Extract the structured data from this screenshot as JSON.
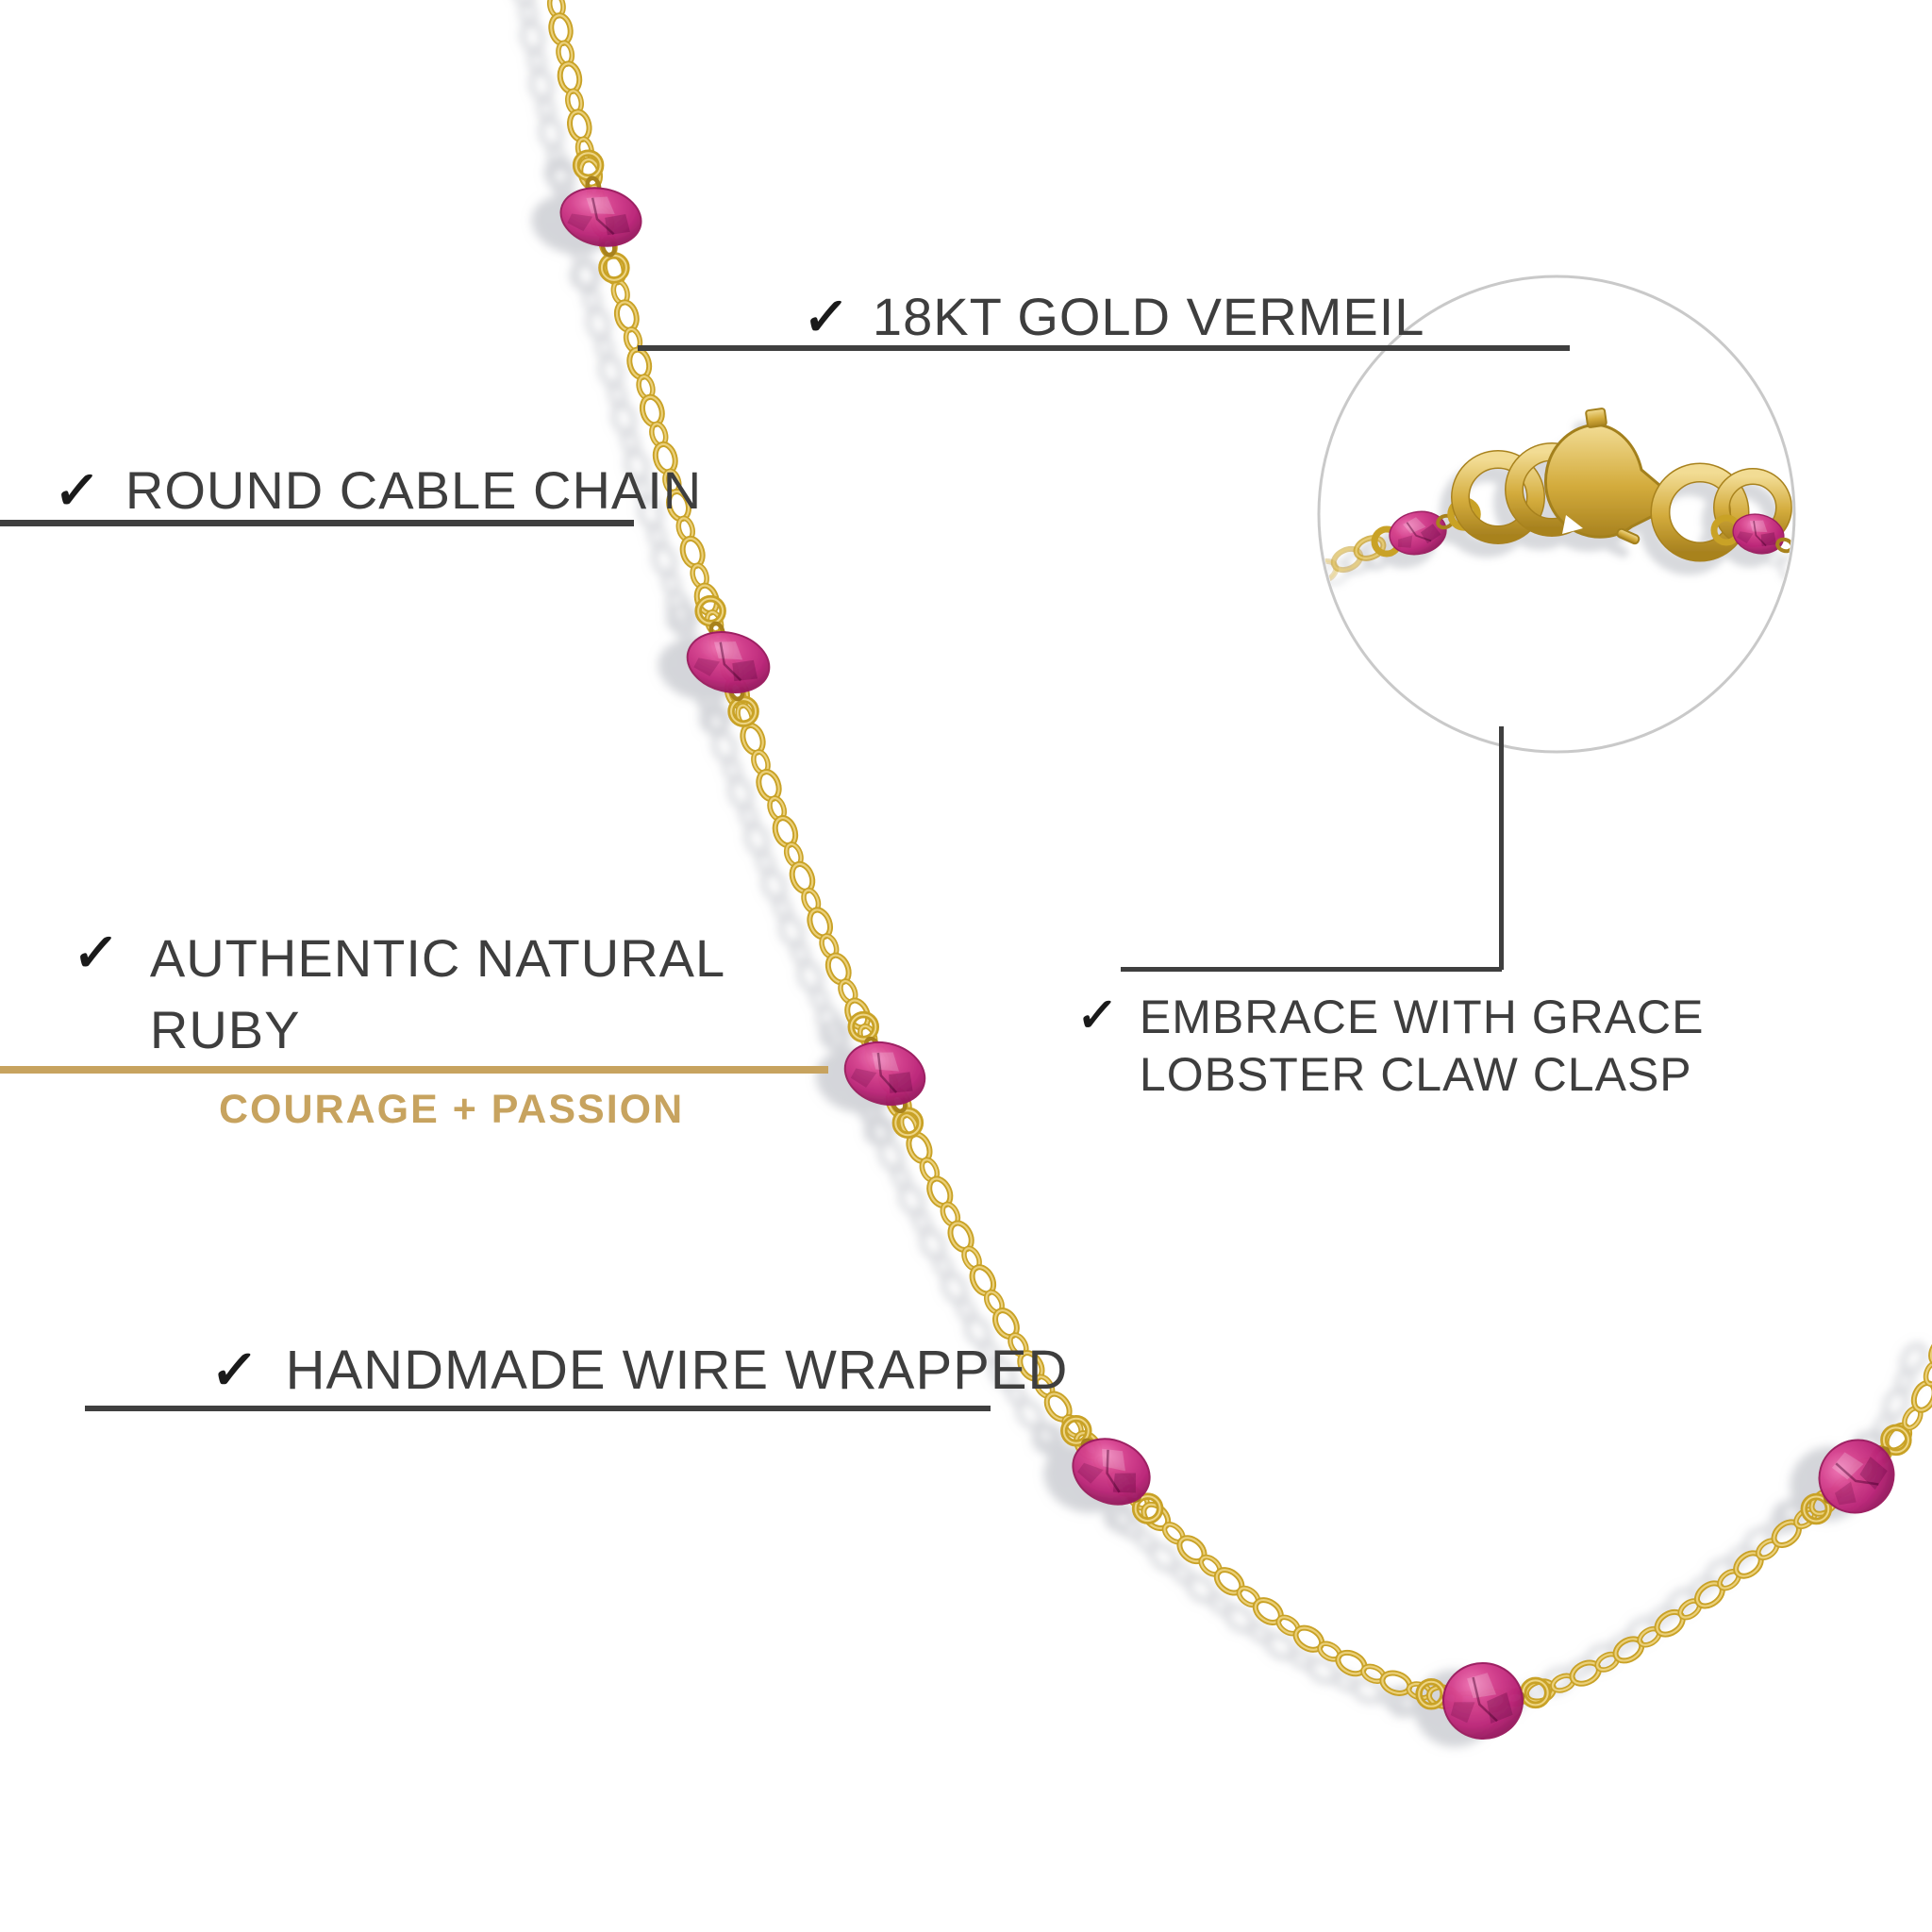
{
  "callouts": {
    "gold_vermeil": {
      "check": "✓",
      "label": "18KT GOLD VERMEIL"
    },
    "cable_chain": {
      "check": "✓",
      "label": "ROUND CABLE CHAIN"
    },
    "ruby": {
      "check": "✓",
      "line1": "AUTHENTIC NATURAL",
      "line2": "RUBY",
      "tagline": "COURAGE + PASSION"
    },
    "clasp": {
      "check": "✓",
      "line1": "EMBRACE WITH GRACE",
      "line2": "LOBSTER CLAW CLASP"
    },
    "handmade": {
      "check": "✓",
      "label": "HANDMADE WIRE WRAPPED"
    }
  },
  "colors": {
    "background": "#ffffff",
    "label_text": "#3e3e3e",
    "checkmark": "#1a1a1a",
    "underline_dark": "#3f3f3f",
    "gold_accent": "#c7a35f",
    "chain_gold": "#c9a227",
    "chain_gold_light": "#eed584",
    "chain_gold_dark": "#a8821f",
    "ruby_pink": "#bb2579",
    "ruby_dark": "#801550",
    "ruby_light": "#ee74b4",
    "inset_border": "#c9c9c9",
    "shadow": "#a7abb4"
  }
}
